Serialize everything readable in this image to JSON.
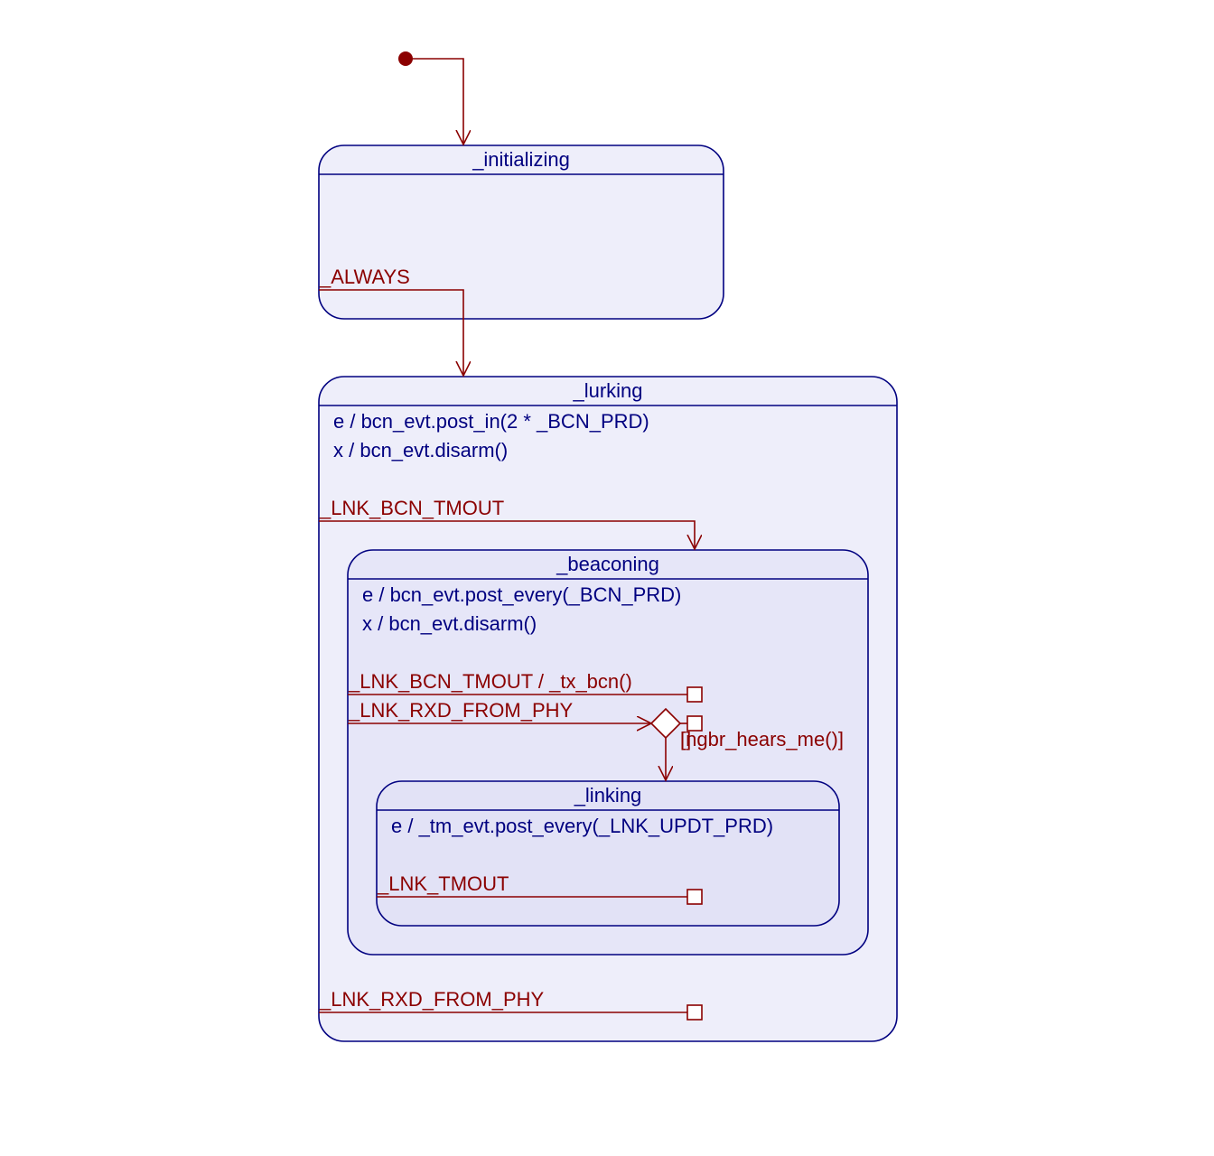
{
  "colors": {
    "state_stroke": "#000080",
    "state_fill_outer": "#eeeefa",
    "state_fill_mid": "#e6e6f8",
    "state_fill_inner": "#e2e2f6",
    "transition": "#8b0000"
  },
  "states": {
    "initializing": {
      "name": "_initializing"
    },
    "lurking": {
      "name": "_lurking",
      "entry": "e / bcn_evt.post_in(2 * _BCN_PRD)",
      "exit": "x / bcn_evt.disarm()"
    },
    "beaconing": {
      "name": "_beaconing",
      "entry": "e / bcn_evt.post_every(_BCN_PRD)",
      "exit": "x / bcn_evt.disarm()"
    },
    "linking": {
      "name": "_linking",
      "entry": "e / _tm_evt.post_every(_LNK_UPDT_PRD)"
    }
  },
  "transitions": {
    "always": "_ALWAYS",
    "lurking_bcn_tmout": "_LNK_BCN_TMOUT",
    "beaconing_bcn_tmout": "_LNK_BCN_TMOUT / _tx_bcn()",
    "beaconing_rxd": "_LNK_RXD_FROM_PHY",
    "guard_else": "[]",
    "guard_hears": "[ngbr_hears_me()]",
    "linking_tmout": "_LNK_TMOUT",
    "lurking_rxd": "_LNK_RXD_FROM_PHY"
  }
}
